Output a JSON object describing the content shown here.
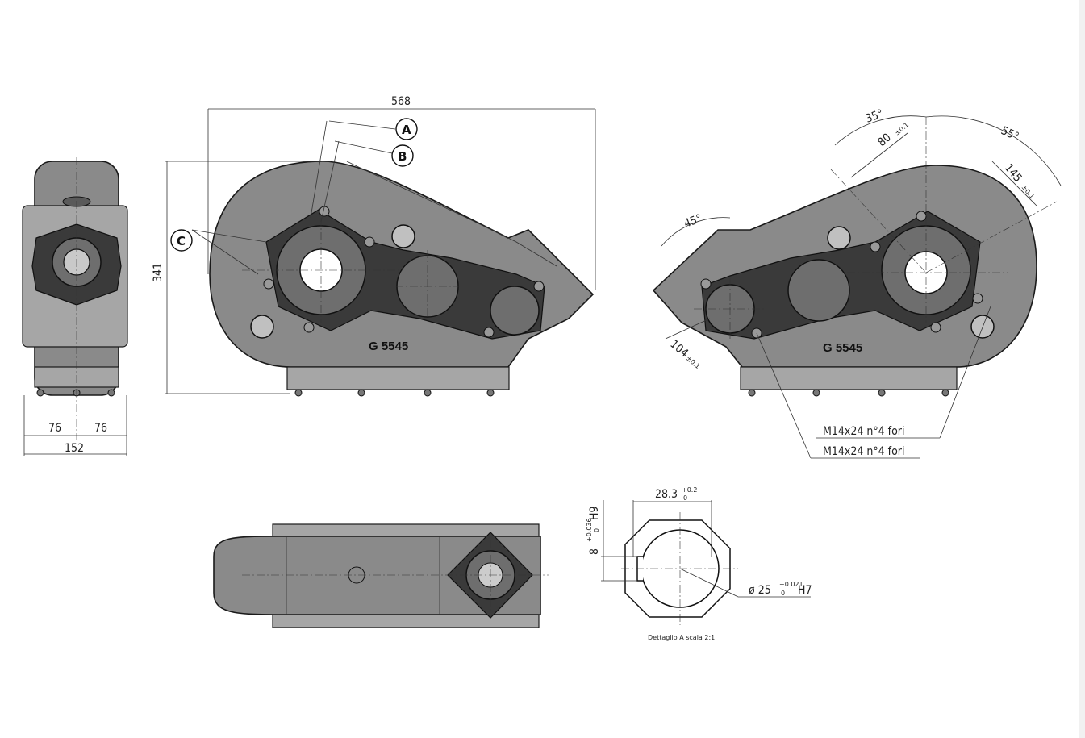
{
  "dimensions": {
    "overall_length": "568",
    "overall_height": "341",
    "side_half_left": "76",
    "side_half_right": "76",
    "side_total_width": "152",
    "angle_35": "35°",
    "angle_55": "55°",
    "angle_45": "45°",
    "dist_80": "80",
    "dist_80_tol": "±0.1",
    "dist_145": "145",
    "dist_145_tol": "±0.1",
    "dist_104": "104",
    "dist_104_tol": "±0.1",
    "keyway_width": "28.3",
    "keyway_width_tol_upper": "+0.2",
    "keyway_width_tol_lower": "0",
    "key_height": "8",
    "key_height_tol_upper": "+0.036",
    "key_height_tol_lower": "0",
    "key_height_fit": "H9",
    "bore_diameter": "ø 25",
    "bore_tol_upper": "+0.021",
    "bore_tol_lower": "0",
    "bore_fit": "H7"
  },
  "callouts": {
    "a": "A",
    "b": "B",
    "c": "C"
  },
  "notes": {
    "thread_1": "M14x24 n°4 fori",
    "thread_2": "M14x24 n°4 fori",
    "detail_caption": "Dettaglio A scala 2:1"
  },
  "model_labels": {
    "front": "G 5545",
    "rear": "G 5545"
  }
}
